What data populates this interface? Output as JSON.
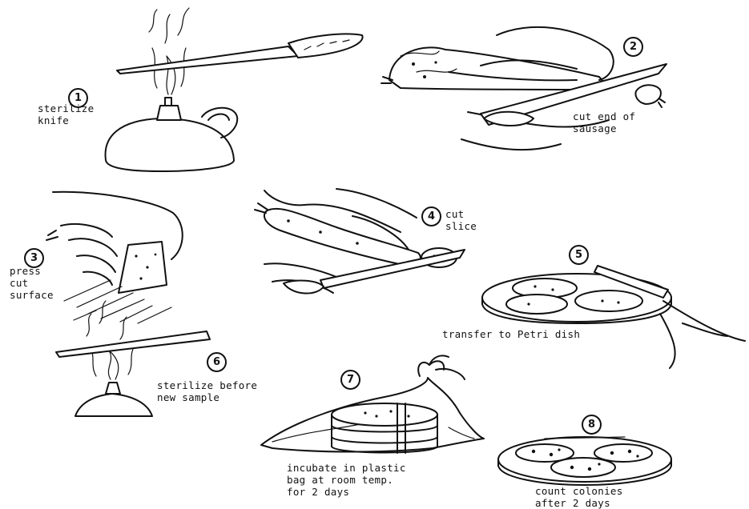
{
  "steps": [
    {
      "number": "1",
      "caption": "sterilize\nknife"
    },
    {
      "number": "2",
      "caption": "cut end of\nsausage"
    },
    {
      "number": "3",
      "caption": "press\ncut\nsurface"
    },
    {
      "number": "4",
      "caption": "cut\nslice"
    },
    {
      "number": "5",
      "caption": "transfer to Petri dish"
    },
    {
      "number": "6",
      "caption": "sterilize before\nnew sample"
    },
    {
      "number": "7",
      "caption": "incubate in plastic\nbag at room temp.\nfor 2 days"
    },
    {
      "number": "8",
      "caption": "count colonies\nafter 2 days"
    }
  ]
}
